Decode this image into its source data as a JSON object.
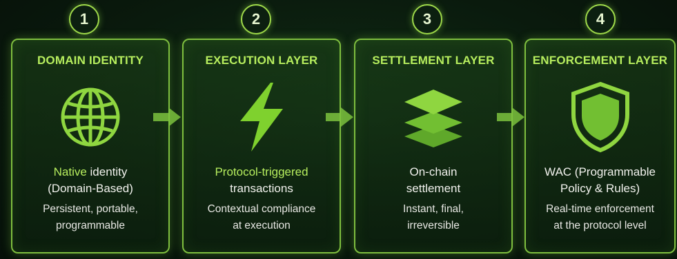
{
  "cards": [
    {
      "number": "1",
      "title": "DOMAIN IDENTITY",
      "icon": "globe-icon",
      "primary_highlight": "Native",
      "primary_rest": " identity",
      "primary_line2": "(Domain-Based)",
      "secondary_line1": "Persistent, portable,",
      "secondary_line2": "programmable"
    },
    {
      "number": "2",
      "title": "EXECUTION LAYER",
      "icon": "lightning-icon",
      "primary_highlight": "Protocol-triggered",
      "primary_rest": "",
      "primary_line2": "transactions",
      "secondary_line1": "Contextual compliance",
      "secondary_line2": "at execution"
    },
    {
      "number": "3",
      "title": "SETTLEMENT LAYER",
      "icon": "layers-icon",
      "primary_highlight": "",
      "primary_rest": "On-chain",
      "primary_line2": "settlement",
      "secondary_line1": "Instant, final,",
      "secondary_line2": "irreversible"
    },
    {
      "number": "4",
      "title": "ENFORCEMENT LAYER",
      "icon": "shield-icon",
      "primary_highlight": "",
      "primary_rest": "WAC (Programmable",
      "primary_line2": "Policy & Rules)",
      "secondary_line1": "Real-time enforcement",
      "secondary_line2": "at the protocol level"
    }
  ],
  "colors": {
    "accent": "#b7ee5e",
    "border": "#7fbf3f",
    "background": "#0a1a0d"
  }
}
